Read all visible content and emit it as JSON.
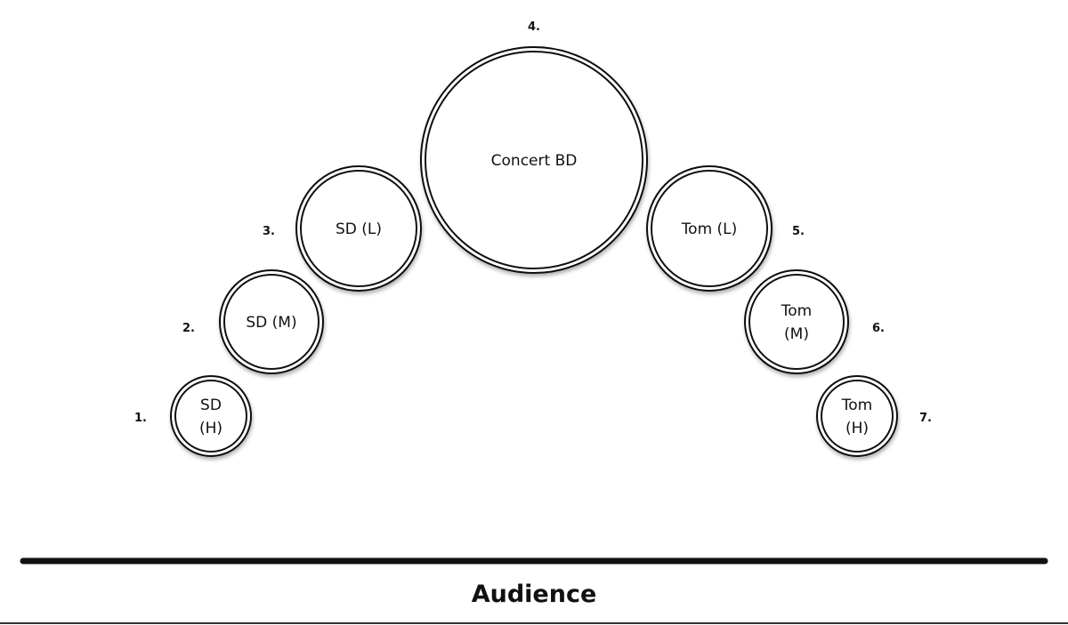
{
  "drums": [
    {
      "number": "1.",
      "label_lines": [
        "SD",
        "(H)"
      ]
    },
    {
      "number": "2.",
      "label_lines": [
        "SD (M)"
      ]
    },
    {
      "number": "3.",
      "label_lines": [
        "SD (L)"
      ]
    },
    {
      "number": "4.",
      "label_lines": [
        "Concert BD"
      ]
    },
    {
      "number": "5.",
      "label_lines": [
        "Tom (L)"
      ]
    },
    {
      "number": "6.",
      "label_lines": [
        "Tom",
        "(M)"
      ]
    },
    {
      "number": "7.",
      "label_lines": [
        "Tom",
        "(H)"
      ]
    }
  ],
  "audience_label": "Audience",
  "colors": {
    "ink": "#111111",
    "background": "#ffffff"
  }
}
